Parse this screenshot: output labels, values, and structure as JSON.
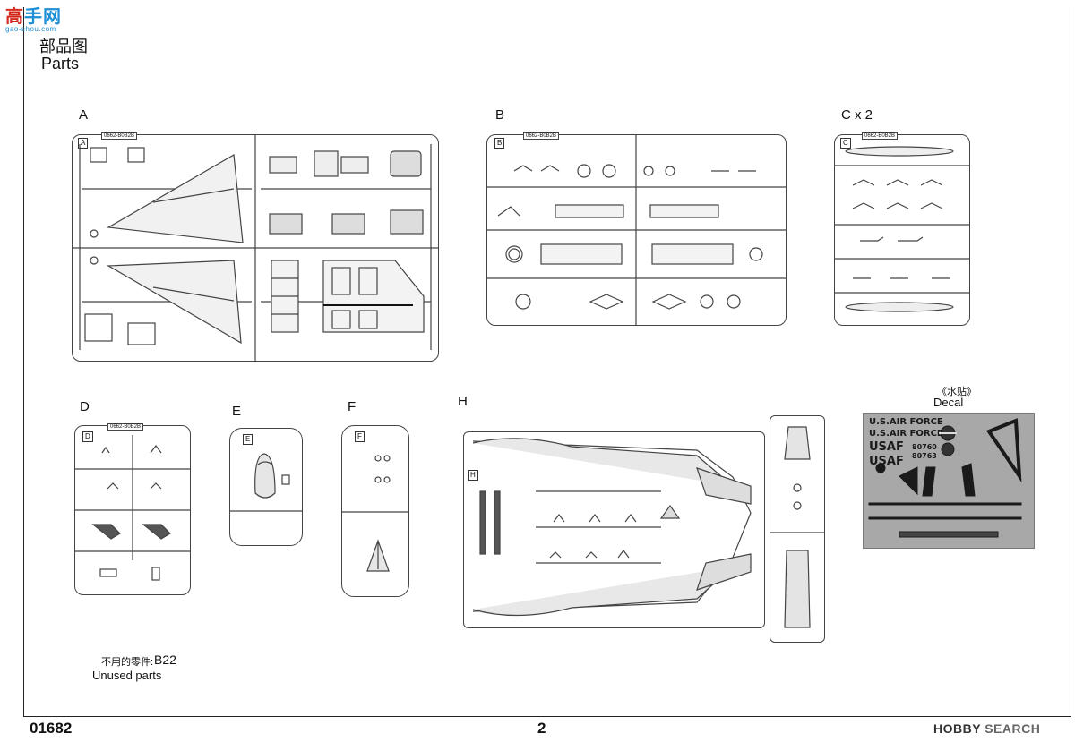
{
  "watermark": {
    "main_a": "高",
    "main_b": "手网",
    "sub": "gao-shou.com"
  },
  "title": {
    "zh": "部品图",
    "en": "Parts"
  },
  "sprues": {
    "A": {
      "label": "A",
      "tag": "A"
    },
    "B": {
      "label": "B",
      "tag": "B"
    },
    "C": {
      "label": "C x 2",
      "tag": "C"
    },
    "D": {
      "label": "D",
      "tag": "D"
    },
    "E": {
      "label": "E",
      "tag": "E"
    },
    "F": {
      "label": "F",
      "tag": "F"
    },
    "H": {
      "label": "H",
      "tag": "H"
    }
  },
  "decal": {
    "zh": "《水贴》",
    "en": "Decal",
    "lines": [
      "U.S.AIR FORCE",
      "U.S.AIR FORCE",
      "USAF",
      "USAF",
      "80760",
      "80763"
    ]
  },
  "unused": {
    "zh": "不用的零件:",
    "part": "B22",
    "en": "Unused parts"
  },
  "footer": {
    "code": "01682",
    "page": "2"
  },
  "brand": {
    "a": "HOBBY",
    "b": " SEARCH"
  }
}
